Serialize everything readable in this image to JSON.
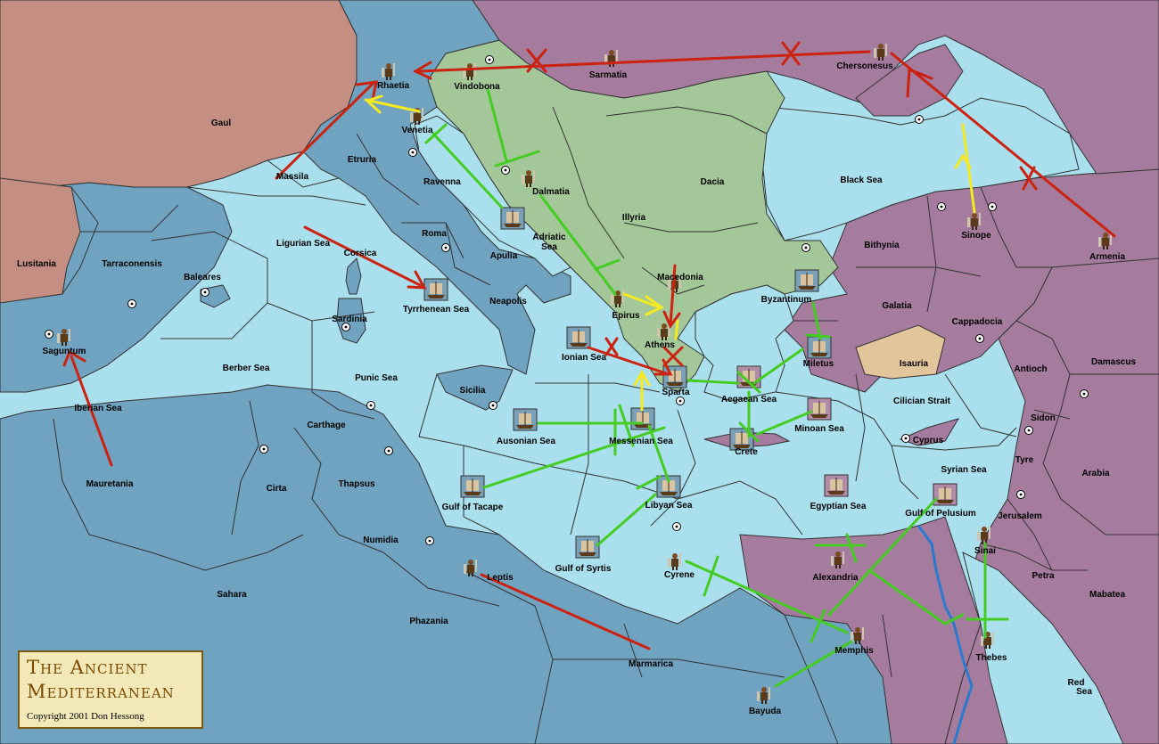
{
  "title": {
    "line1": "The Ancient",
    "line2": "Mediterranean",
    "copyright": "Copyright  2001  Don Hessong"
  },
  "colors": {
    "sea": "#aadfed",
    "coastal_land": "#6fa3c0",
    "inland": "#7bb0cc",
    "rome": "#5c92b6",
    "gaul": "#c58e82",
    "greece": "#a3c798",
    "persia": "#a57b9e",
    "isauria": "#e3c59c",
    "army_order": "#cc2211",
    "fleet_order": "#44cc22",
    "support_order": "#f5e922"
  },
  "regions": {
    "gaul": "Gaul",
    "lusitania": "Lusitania",
    "tarraconensis": "Tarraconensis",
    "massila": "Massila",
    "baleares": "Baleares",
    "saguntum": "Saguntum",
    "iberian_sea": "Iberian Sea",
    "mauretania": "Mauretania",
    "sahara": "Sahara",
    "cirta": "Cirta",
    "numidia": "Numidia",
    "carthage": "Carthage",
    "thapsus": "Thapsus",
    "berber_sea": "Berber Sea",
    "punic_sea": "Punic Sea",
    "ligurian_sea": "Ligurian Sea",
    "corsica": "Corsica",
    "sardinia": "Sardinia",
    "tyrrhenean_sea": "Tyrrhenean Sea",
    "sicilia": "Sicilia",
    "etruria": "Etruria",
    "ravenna": "Ravenna",
    "roma": "Roma",
    "apulia": "Apulia",
    "neapolis": "Neapolis",
    "rhaetia": "Rhaetia",
    "venetia": "Venetia",
    "vindobona": "Vindobona",
    "dalmatia": "Dalmatia",
    "adriatic_sea": "Adriatic",
    "adriatic_sea2": "Sea",
    "illyria": "Illyria",
    "dacia": "Dacia",
    "sarmatia": "Sarmatia",
    "chersonesus": "Chersonesus",
    "black_sea": "Black Sea",
    "macedonia": "Macedonia",
    "epirus": "Epirus",
    "athens": "Athens",
    "sparta": "Sparta",
    "byzantinum": "Byzantinum",
    "ionian_sea": "Ionian Sea",
    "aegaean_sea": "Aegaean Sea",
    "minoan_sea": "Minoan Sea",
    "crete": "Crete",
    "messenian_sea": "Messenian Sea",
    "ausonian_sea": "Ausonian Sea",
    "gulf_of_tacape": "Gulf of Tacape",
    "libyan_sea": "Libyan Sea",
    "gulf_of_syrtis": "Gulf of Syrtis",
    "leptis": "Leptis",
    "phazania": "Phazania",
    "marmarica": "Marmarica",
    "cyrene": "Cyrene",
    "bayuda": "Bayuda",
    "memphis": "Memphis",
    "alexandria": "Alexandria",
    "egyptian_sea": "Egyptian Sea",
    "gulf_of_pelusium": "Gulf of Pelusium",
    "thebes": "Thebes",
    "sinai": "Sinai",
    "petra": "Petra",
    "mabatea": "Mabatea",
    "red_sea": "Red",
    "red_sea2": "Sea",
    "jerusalem": "Jerusalem",
    "tyre": "Tyre",
    "sidon": "Sidon",
    "arabia": "Arabia",
    "syrian_sea": "Syrian Sea",
    "cyprus": "Cyprus",
    "cilician_strait": "Cilician Strait",
    "isauria": "Isauria",
    "miletus": "Miletus",
    "galatia": "Galatia",
    "cappadocia": "Cappadocia",
    "antioch": "Antioch",
    "damascus": "Damascus",
    "bithynia": "Bithynia",
    "sinope": "Sinope",
    "armenia": "Armenia"
  }
}
